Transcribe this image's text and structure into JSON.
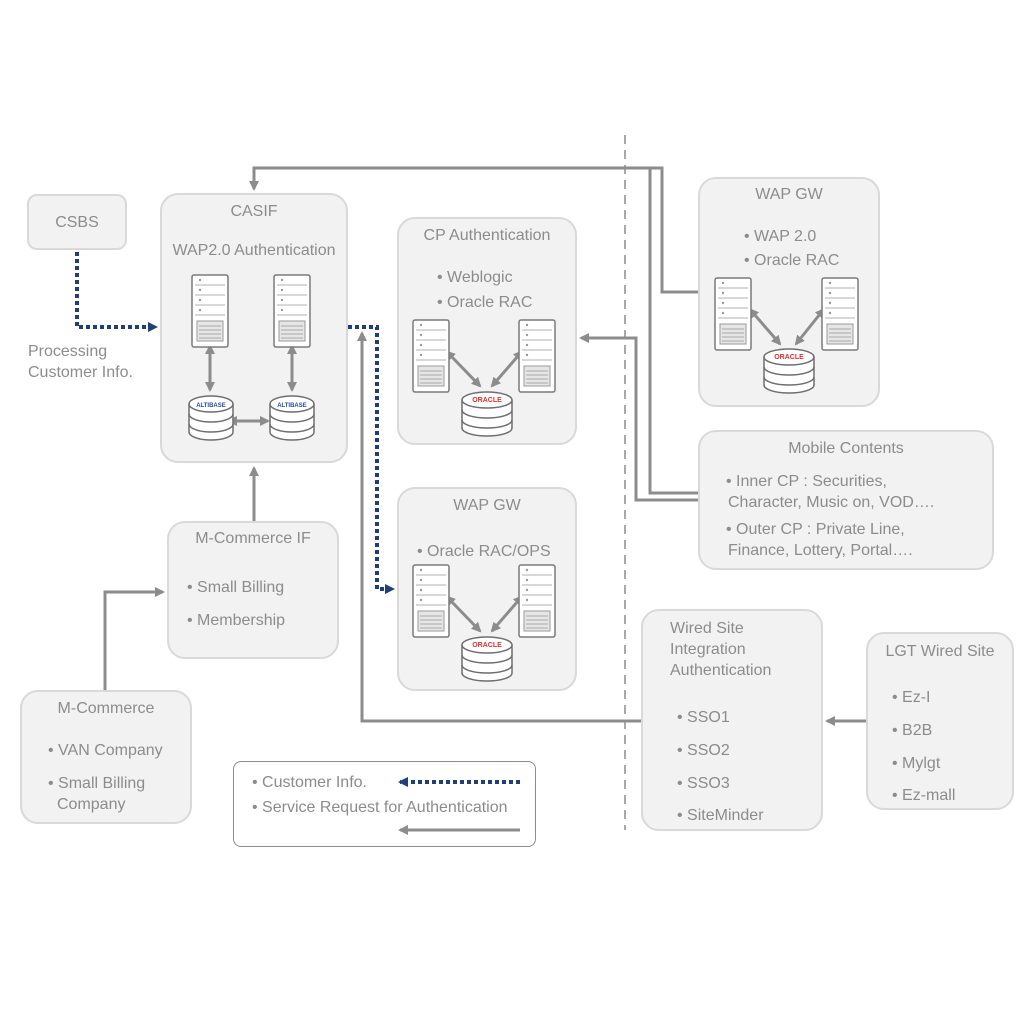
{
  "colors": {
    "box_fill": "#f2f2f2",
    "box_border": "#d9d9d9",
    "gray_arrow": "#8c8c8c",
    "blue_arrow": "#1f3f7a",
    "oracle_red": "#e03030",
    "altibase_blue": "#2a4a9a"
  },
  "csbs": {
    "title": "CSBS"
  },
  "processing_label": [
    "Processing",
    "Customer Info."
  ],
  "casif": {
    "title": "CASIF",
    "subtitle": "WAP2.0 Authentication",
    "db_logo": "ALTIBASE"
  },
  "cp_auth": {
    "title": "CP Authentication",
    "items": [
      "• Weblogic",
      "• Oracle RAC"
    ],
    "db_logo": "ORACLE"
  },
  "wap_gw_mid": {
    "title": "WAP GW",
    "items": [
      "• Oracle RAC/OPS"
    ],
    "db_logo": "ORACLE"
  },
  "wap_gw_right": {
    "title": "WAP GW",
    "items": [
      "• WAP 2.0",
      "• Oracle RAC"
    ],
    "db_logo": "ORACLE"
  },
  "mobile_contents": {
    "title": "Mobile Contents",
    "lines": [
      "• Inner CP : Securities,",
      "Character, Music on, VOD….",
      "• Outer CP : Private Line,",
      "Finance, Lottery, Portal…."
    ]
  },
  "mcommerce_if": {
    "title": "M-Commerce IF",
    "items": [
      "• Small Billing",
      "• Membership"
    ]
  },
  "mcommerce": {
    "title": "M-Commerce",
    "lines": [
      "• VAN  Company",
      "• Small Billing",
      "Company"
    ]
  },
  "wired_site": {
    "title_lines": [
      "Wired Site",
      "Integration",
      "Authentication"
    ],
    "items": [
      "• SSO1",
      "• SSO2",
      "• SSO3",
      "• SiteMinder"
    ]
  },
  "lgt_wired": {
    "title": "LGT Wired Site",
    "items": [
      "• Ez-I",
      "• B2B",
      "• Mylgt",
      "• Ez-mall"
    ]
  },
  "legend": {
    "customer_info": "• Customer Info.",
    "service_request": "• Service Request for Authentication"
  }
}
